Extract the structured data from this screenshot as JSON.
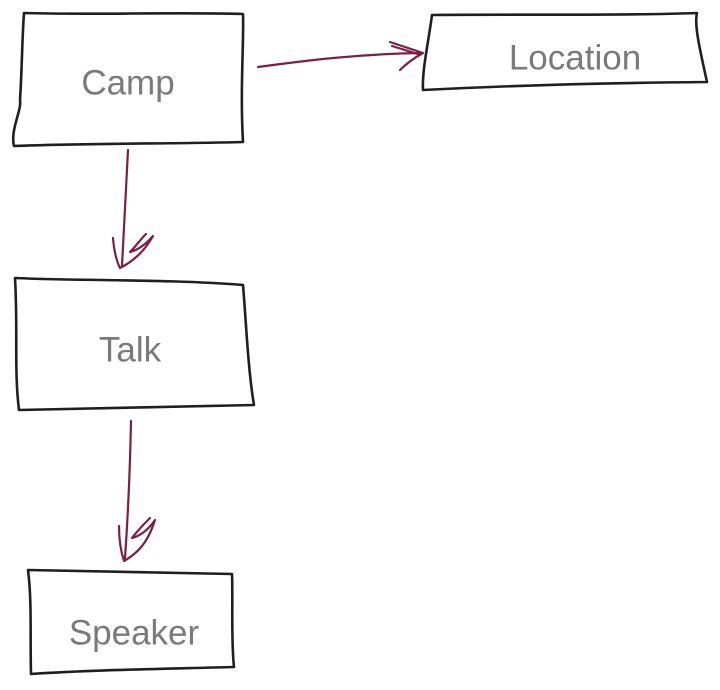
{
  "nodes": {
    "camp": {
      "label": "Camp"
    },
    "location": {
      "label": "Location"
    },
    "talk": {
      "label": "Talk"
    },
    "speaker": {
      "label": "Speaker"
    }
  },
  "edges": [
    {
      "from": "camp",
      "to": "location"
    },
    {
      "from": "camp",
      "to": "talk"
    },
    {
      "from": "talk",
      "to": "speaker"
    }
  ],
  "colors": {
    "box_stroke": "#1f1f1f",
    "arrow": "#7a1f46",
    "label": "#7a7a7a"
  }
}
